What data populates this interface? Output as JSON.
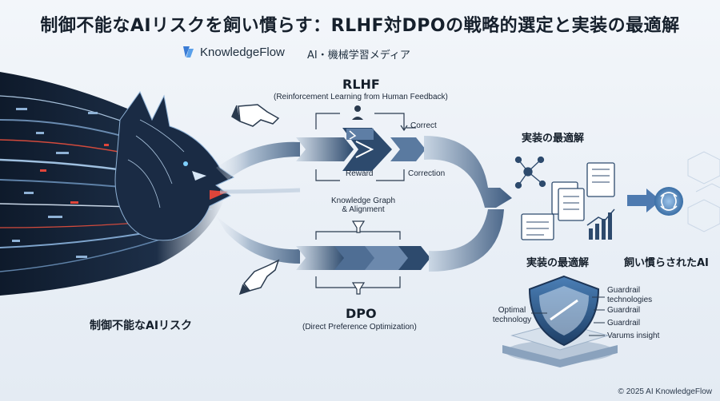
{
  "title": "制御不能なAIリスクを飼い慣らす：RLHF対DPOの戦略的選定と実装の最適解",
  "brand": {
    "logo_icon": "knowledgeflow-logo-icon",
    "name": "KnowledgeFlow",
    "tagline": "AI・機械学習メディア"
  },
  "left": {
    "caption": "制御不能なAIリスク",
    "icon": "ai-beast-illustration"
  },
  "rlhf": {
    "title": "RLHF",
    "subtitle": "(Reinforcement Learning from Human Feedback)",
    "reward_label": "Reward",
    "correct_label": "Correct",
    "correction_label": "Correction"
  },
  "middle": {
    "kg_label_line1": "Knowledge Graph",
    "kg_label_line2": "& Alignment"
  },
  "dpo": {
    "title": "DPO",
    "subtitle": "(Direct Preference Optimization)"
  },
  "right": {
    "impl_top": "実装の最適解",
    "impl_bottom": "実装の最適解",
    "tamed_ai": "飼い慣らされたAI"
  },
  "shield": {
    "left_line1": "Optimal",
    "left_line2": "technology",
    "labels_line1": "Guardrail",
    "labels_line2": "technologies",
    "labels_3": "Guardrail",
    "labels_4": "Guardrail",
    "labels_5": "Varums insight"
  },
  "colors": {
    "arrow_dark": "#2c4a6e",
    "arrow_light": "#cfdbe8",
    "accent_blue": "#3a7bd5",
    "accent_red": "#e0453a"
  },
  "copyright": "© 2025 AI KnowledgeFlow"
}
